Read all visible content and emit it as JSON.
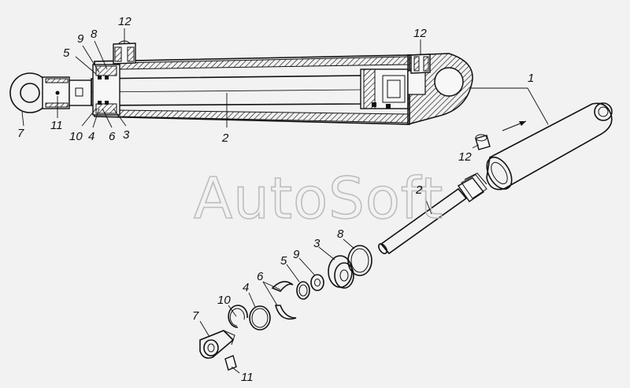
{
  "watermark": "AutoSoft",
  "callouts": {
    "c12a": "12",
    "c12b": "12",
    "c9": "9",
    "c8a": "8",
    "c5a": "5",
    "c7a": "7",
    "c11a": "11",
    "c10a": "10",
    "c4a": "4",
    "c6a": "6",
    "c3a": "3",
    "c2a": "2",
    "c1": "1",
    "c12c": "12",
    "c2b": "2",
    "c8b": "8",
    "c3b": "3",
    "c9b": "9",
    "c5b": "5",
    "c6b": "6",
    "c4b": "4",
    "c10b": "10",
    "c7b": "7",
    "c11b": "11"
  },
  "colors": {
    "line": "#111111",
    "paper": "#f2f2f2",
    "hatch": "#111111",
    "watermark": "#bdbdbd"
  }
}
